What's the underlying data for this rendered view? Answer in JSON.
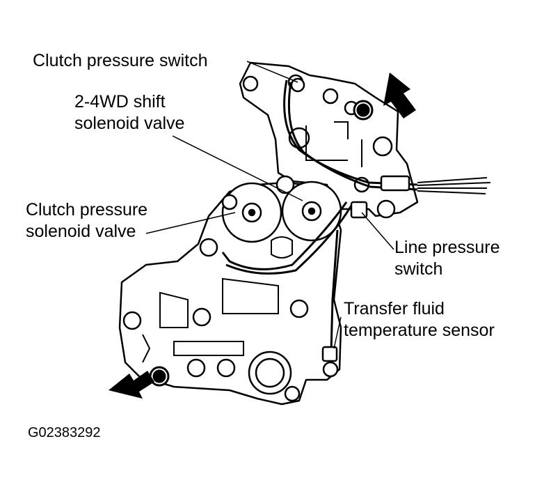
{
  "labels": {
    "clutch_pressure_switch": "Clutch pressure switch",
    "shift_solenoid_line1": "2-4WD shift",
    "shift_solenoid_line2": "solenoid valve",
    "clutch_solenoid_line1": "Clutch pressure",
    "clutch_solenoid_line2": "solenoid valve",
    "line_pressure_line1": "Line pressure",
    "line_pressure_line2": "switch",
    "transfer_sensor_line1": "Transfer fluid",
    "transfer_sensor_line2": "temperature sensor"
  },
  "figure_id": "G02383292"
}
